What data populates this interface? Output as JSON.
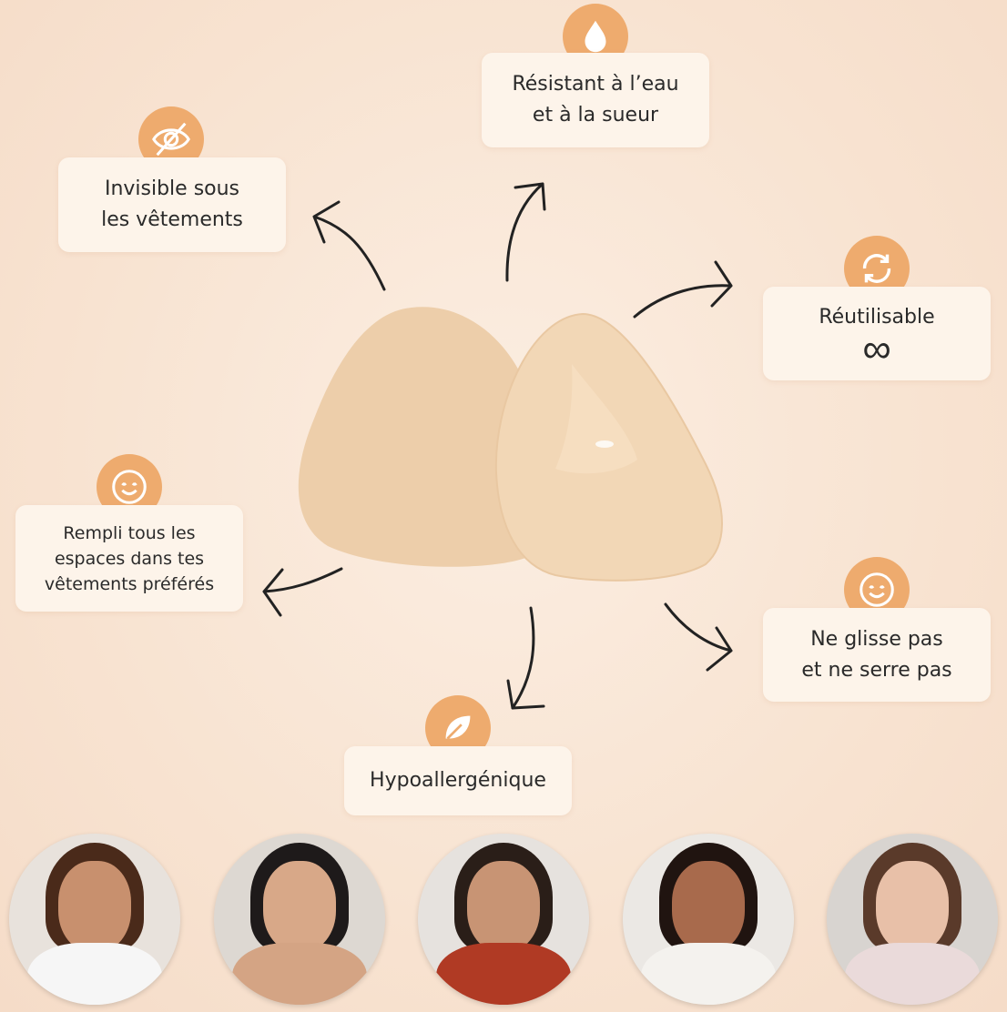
{
  "features": [
    {
      "id": "invisible",
      "icon": "eye-slash-icon",
      "lines": [
        "Invisible sous",
        "les vêtements"
      ]
    },
    {
      "id": "water",
      "icon": "water-drop-icon",
      "lines": [
        "Résistant à l’eau",
        "et à la sueur"
      ]
    },
    {
      "id": "reusable",
      "icon": "refresh-icon",
      "lines": [
        "Réutilisable"
      ],
      "symbol": "∞"
    },
    {
      "id": "fill",
      "icon": "smile-face-icon",
      "lines": [
        "Rempli tous les",
        "espaces dans tes",
        "vêtements préférés"
      ]
    },
    {
      "id": "noslip",
      "icon": "smile-face-icon",
      "lines": [
        "Ne glisse pas",
        "et ne serre pas"
      ]
    },
    {
      "id": "hypo",
      "icon": "leaf-icon",
      "lines": [
        "Hypoallergénique"
      ]
    }
  ],
  "colors": {
    "accent": "#eeab6e",
    "card": "#fdf4ea",
    "background": "#f8e3d1",
    "product": "#f0d2ae"
  }
}
